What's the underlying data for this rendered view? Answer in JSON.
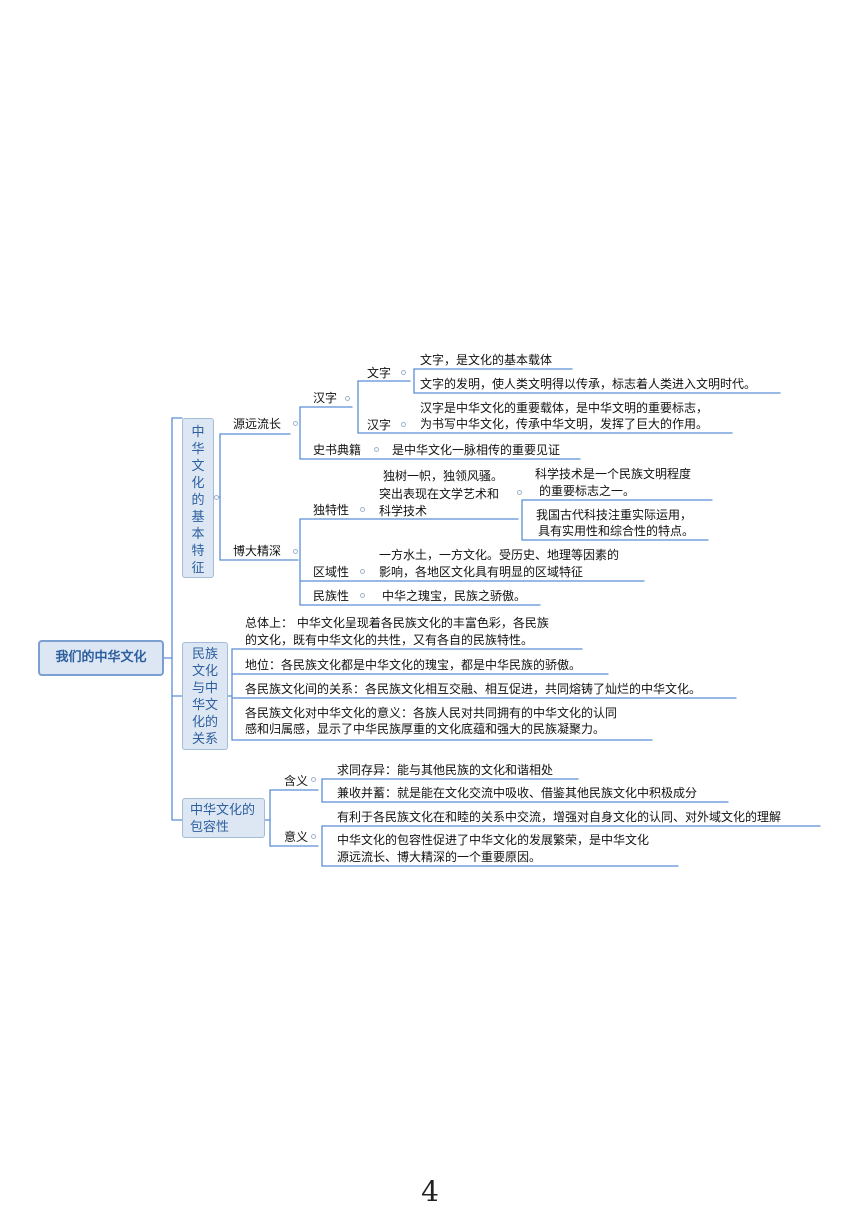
{
  "root": "我们的中华文化",
  "sections": {
    "basic": {
      "title": "中华文化的基本特征",
      "chars": [
        "中",
        "华",
        "文",
        "化",
        "的",
        "基",
        "本",
        "特",
        "征"
      ],
      "yuanyuan": {
        "label": "源远流长",
        "hanzi": {
          "label": "汉字",
          "wenzi": {
            "label": "文字",
            "items": [
              "文字，是文化的基本载体",
              "文字的发明，使人类文明得以传承，标志着人类进入文明时代。"
            ]
          },
          "hanzi2": {
            "label": "汉字",
            "lines": [
              "汉字是中华文化的重要载体，是中华文明的重要标志，",
              "为书写中华文化，传承中华文明，发挥了巨大的作用。"
            ]
          }
        },
        "shishu": {
          "label": "史书典籍",
          "text": "是中华文化一脉相传的重要见证"
        }
      },
      "boda": {
        "label": "博大精深",
        "dute": {
          "label": "独特性",
          "lines": [
            "独树一帜，独领风骚。",
            "突出表现在文学艺术和",
            "科学技术"
          ],
          "science": {
            "a": [
              "科学技术是一个民族文明程度",
              "的重要标志之一。"
            ],
            "b": [
              "我国古代科技注重实际运用，",
              "具有实用性和综合性的特点。"
            ]
          }
        },
        "quyu": {
          "label": "区域性",
          "lines": [
            "一方水土，一方文化。受历史、地理等因素的",
            "影响，各地区文化具有明显的区域特征"
          ]
        },
        "minzu": {
          "label": "民族性",
          "text": "中华之瑰宝，民族之骄傲。"
        }
      }
    },
    "relation": {
      "title": "民族文化与中华文化的关系",
      "lines": [
        "民族",
        "文化",
        "与中",
        "华文",
        "化的",
        "关系"
      ],
      "zongti": [
        "总体上： 中华文化呈现着各民族文化的丰富色彩，各民族",
        "的文化，既有中华文化的共性，又有各自的民族特性。"
      ],
      "diwei": "地位：各民族文化都是中华文化的瑰宝，都是中华民族的骄傲。",
      "guanxi": "各民族文化间的关系：各民族文化相互交融、相互促进，共同熔铸了灿烂的中华文化。",
      "yiyi": [
        "各民族文化对中华文化的意义：各族人民对共同拥有的中华文化的认同",
        "感和归属感，显示了中华民族厚重的文化底蕴和强大的民族凝聚力。"
      ]
    },
    "inclusive": {
      "title_lines": [
        "中华文化的",
        "包容性"
      ],
      "hanyi": {
        "label": "含义",
        "items": [
          "求同存异：能与其他民族的文化和谐相处",
          "兼收并蓄：就是能在文化交流中吸收、借鉴其他民族文化中积极成分"
        ]
      },
      "yiyi": {
        "label": "意义",
        "a": "有利于各民族文化在和睦的关系中交流，增强对自身文化的认同、对外域文化的理解",
        "b": [
          "中华文化的包容性促进了中华文化的发展繁荣，是中华文化",
          "源远流长、博大精深的一个重要原因。"
        ]
      }
    }
  },
  "page_number": "4",
  "colors": {
    "line": "#5b8fd6",
    "box_fill": "#dde7f4",
    "box_border": "#a5bcd9",
    "box_text": "#2d5f9e"
  }
}
